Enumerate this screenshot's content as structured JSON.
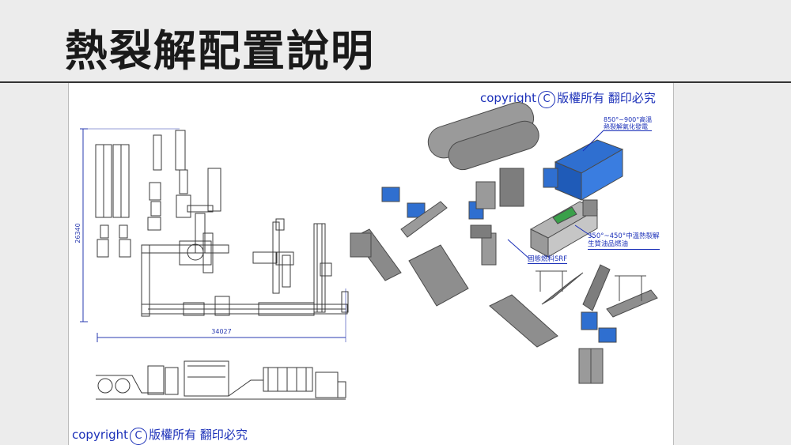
{
  "slide": {
    "title": "熱裂解配置說明"
  },
  "copyright": {
    "prefix": "copyright",
    "circle": "C",
    "suffix": "版權所有 翻印必究"
  },
  "dimensions": {
    "height_label": "26340",
    "width_label": "34027"
  },
  "callouts": {
    "gas_power": "850°~900°高溫\n熱裂解氣化發電",
    "oil_product": "350°~450°中溫熱裂解\n生質油品燃油",
    "srf": "固態燃料SRF"
  },
  "colors": {
    "line": "#3a3a3a",
    "dimension": "#2a3bb0",
    "machine_gray": "#8e8e8e",
    "machine_blue": "#2f6fd0",
    "copyright": "#1a2fb8"
  }
}
